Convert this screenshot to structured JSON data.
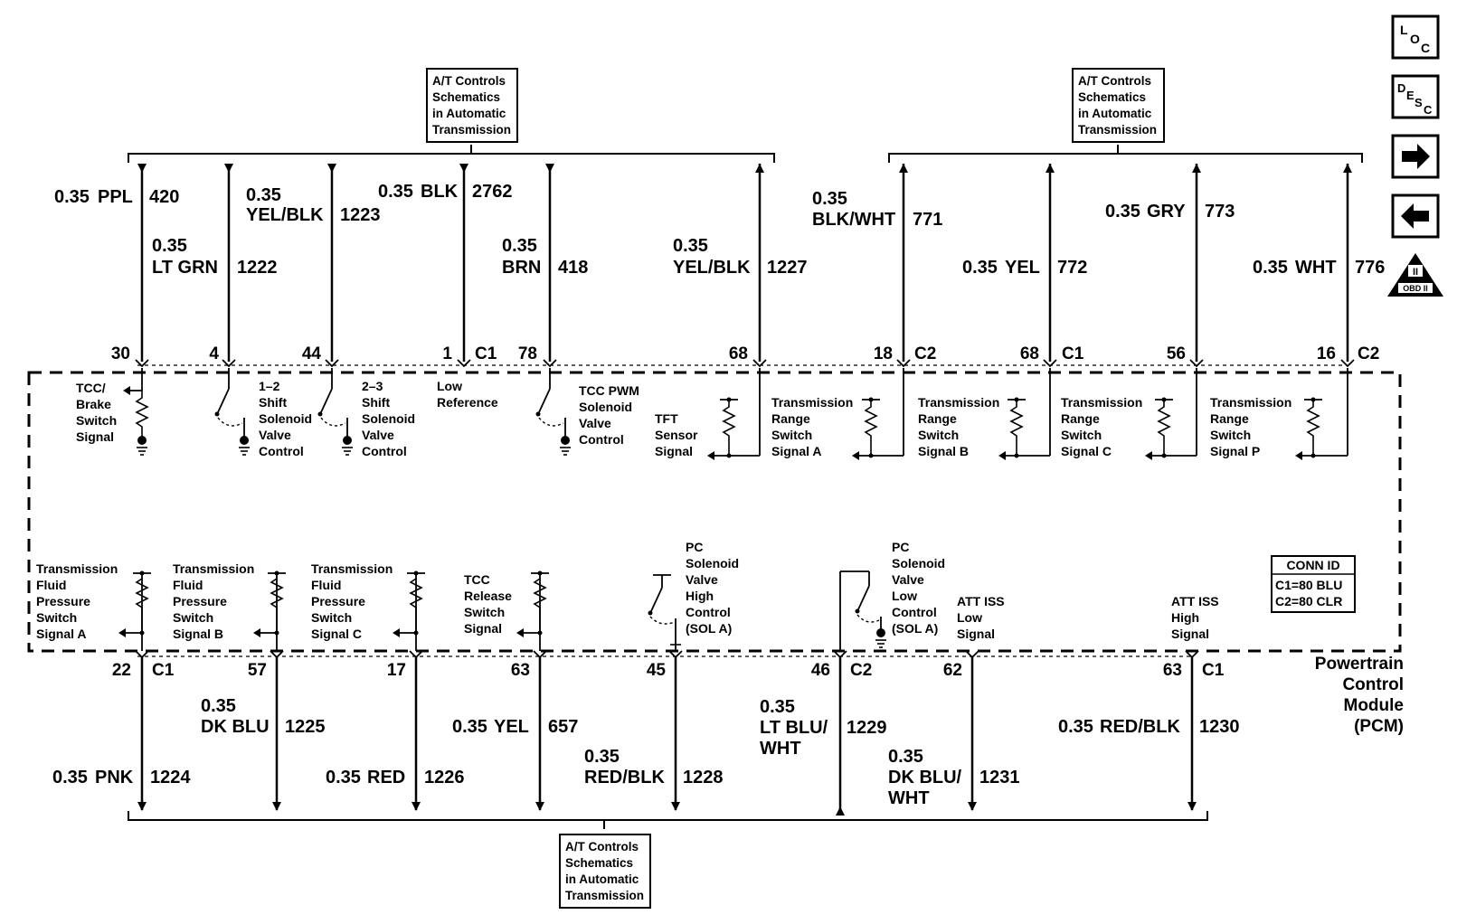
{
  "references": {
    "top_left": [
      "A/T Controls",
      "Schematics",
      "in Automatic",
      "Transmission"
    ],
    "top_right": [
      "A/T Controls",
      "Schematics",
      "in Automatic",
      "Transmission"
    ],
    "bottom": [
      "A/T Controls",
      "Schematics",
      "in Automatic",
      "Transmission"
    ]
  },
  "nav": {
    "loc": {
      "a": "L",
      "b": "O",
      "c": "C"
    },
    "desc": {
      "a": "D",
      "b": "E",
      "c": "S",
      "d": "C"
    },
    "obd": {
      "numeral": "II",
      "label": "OBD II"
    }
  },
  "pcm_label": [
    "Powertrain",
    "Control",
    "Module",
    "(PCM)"
  ],
  "conn_id": {
    "title": "CONN ID",
    "lines": [
      "C1=80 BLU",
      "C2=80 CLR"
    ]
  },
  "top_wires": [
    {
      "id": "tcc-brake",
      "size": "0.35",
      "color": "PPL",
      "circuit": "420",
      "pin": "30",
      "connector": ""
    },
    {
      "id": "shift-12",
      "size": "0.35",
      "color": "LT GRN",
      "circuit": "1222",
      "pin": "4",
      "connector": ""
    },
    {
      "id": "shift-23",
      "size": "0.35",
      "color": "YEL/BLK",
      "circuit": "1223",
      "pin": "44",
      "connector": ""
    },
    {
      "id": "low-ref",
      "size": "0.35",
      "color": "BLK",
      "circuit": "2762",
      "pin": "1",
      "connector": "C1"
    },
    {
      "id": "tcc-pwm",
      "size": "0.35",
      "color": "BRN",
      "circuit": "418",
      "pin": "78",
      "connector": ""
    },
    {
      "id": "tft",
      "size": "0.35",
      "color": "YEL/BLK",
      "circuit": "1227",
      "pin": "68",
      "connector": ""
    },
    {
      "id": "range-a",
      "size": "0.35",
      "color": "BLK/WHT",
      "circuit": "771",
      "pin": "18",
      "connector": "C2"
    },
    {
      "id": "range-b",
      "size": "0.35",
      "color": "YEL",
      "circuit": "772",
      "pin": "68",
      "connector": "C1"
    },
    {
      "id": "range-c",
      "size": "0.35",
      "color": "GRY",
      "circuit": "773",
      "pin": "56",
      "connector": ""
    },
    {
      "id": "range-p",
      "size": "0.35",
      "color": "WHT",
      "circuit": "776",
      "pin": "16",
      "connector": "C2"
    }
  ],
  "bottom_wires": [
    {
      "id": "tfp-a",
      "size": "0.35",
      "color": "PNK",
      "circuit": "1224",
      "pin": "22",
      "connector": "C1"
    },
    {
      "id": "tfp-b",
      "size": "0.35",
      "color": "DK BLU",
      "circuit": "1225",
      "pin": "57",
      "connector": ""
    },
    {
      "id": "tfp-c",
      "size": "0.35",
      "color": "RED",
      "circuit": "1226",
      "pin": "17",
      "connector": ""
    },
    {
      "id": "tcc-release",
      "size": "0.35",
      "color": "YEL",
      "circuit": "657",
      "pin": "63",
      "connector": ""
    },
    {
      "id": "pc-high",
      "size": "0.35",
      "color": "RED/BLK",
      "circuit": "1228",
      "pin": "45",
      "connector": ""
    },
    {
      "id": "pc-low",
      "size": "0.35",
      "color": "LT BLU/",
      "color2": "WHT",
      "circuit": "1229",
      "pin": "46",
      "connector": "C2"
    },
    {
      "id": "iss-low",
      "size": "0.35",
      "color": "DK BLU/",
      "color2": "WHT",
      "circuit": "1231",
      "pin": "62",
      "connector": ""
    },
    {
      "id": "iss-high",
      "size": "0.35",
      "color": "RED/BLK",
      "circuit": "1230",
      "pin": "63",
      "connector": "C1"
    }
  ],
  "internal_top": {
    "tcc_brake": [
      "TCC/",
      "Brake",
      "Switch",
      "Signal"
    ],
    "shift_12": [
      "1–2",
      "Shift",
      "Solenoid",
      "Valve",
      "Control"
    ],
    "shift_23": [
      "2–3",
      "Shift",
      "Solenoid",
      "Valve",
      "Control"
    ],
    "low_ref": [
      "Low",
      "Reference"
    ],
    "tcc_pwm": [
      "TCC PWM",
      "Solenoid",
      "Valve",
      "Control"
    ],
    "tft": [
      "TFT",
      "Sensor",
      "Signal"
    ],
    "range_a": [
      "Transmission",
      "Range",
      "Switch",
      "Signal A"
    ],
    "range_b": [
      "Transmission",
      "Range",
      "Switch",
      "Signal B"
    ],
    "range_c": [
      "Transmission",
      "Range",
      "Switch",
      "Signal C"
    ],
    "range_p": [
      "Transmission",
      "Range",
      "Switch",
      "Signal P"
    ]
  },
  "internal_bottom": {
    "tfp_a": [
      "Transmission",
      "Fluid",
      "Pressure",
      "Switch",
      "Signal A"
    ],
    "tfp_b": [
      "Transmission",
      "Fluid",
      "Pressure",
      "Switch",
      "Signal B"
    ],
    "tfp_c": [
      "Transmission",
      "Fluid",
      "Pressure",
      "Switch",
      "Signal C"
    ],
    "tcc_release": [
      "TCC",
      "Release",
      "Switch",
      "Signal"
    ],
    "pc_high": [
      "PC",
      "Solenoid",
      "Valve",
      "High",
      "Control",
      "(SOL A)"
    ],
    "pc_low": [
      "PC",
      "Solenoid",
      "Valve",
      "Low",
      "Control",
      "(SOL A)"
    ],
    "iss_low": [
      "ATT ISS",
      "Low",
      "Signal"
    ],
    "iss_high": [
      "ATT ISS",
      "High",
      "Signal"
    ]
  }
}
